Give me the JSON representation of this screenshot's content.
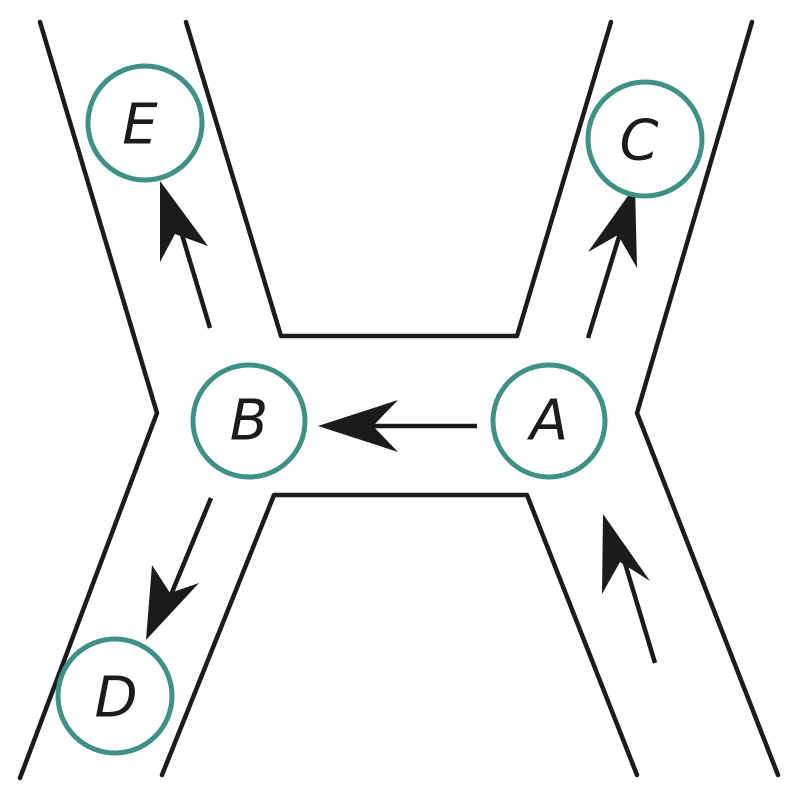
{
  "colors": {
    "road": "#1b1b1b",
    "arrow": "#1b1b1b",
    "node_ring": "#3f9185",
    "label": "#1b1b1b"
  },
  "nodes": {
    "a": {
      "label": "A"
    },
    "b": {
      "label": "B"
    },
    "c": {
      "label": "C"
    },
    "d": {
      "label": "D"
    },
    "e": {
      "label": "E"
    }
  },
  "flows": [
    {
      "from": "entry",
      "to": "A"
    },
    {
      "from": "A",
      "to": "B"
    },
    {
      "from": "A",
      "to": "C"
    },
    {
      "from": "B",
      "to": "E"
    },
    {
      "from": "B",
      "to": "D"
    }
  ]
}
